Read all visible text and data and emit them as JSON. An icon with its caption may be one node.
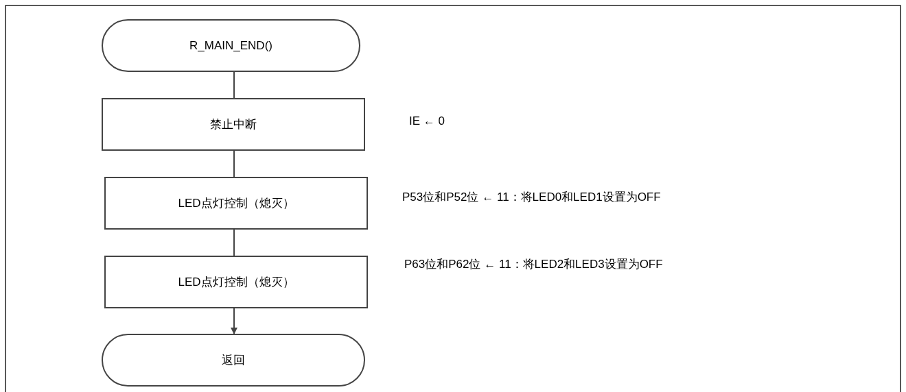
{
  "diagram": {
    "nodes": [
      {
        "text": [
          "R_MAIN_END()"
        ]
      },
      {
        "text": [
          "禁止中断"
        ],
        "beside": [
          "IE ← 0"
        ]
      },
      {
        "text": [
          "LED点灯控制（熄灭）"
        ],
        "beside": [
          "P53位和P52位 ← 11：将LED0和LED1设置为OFF"
        ]
      },
      {
        "text": [
          "LED点灯控制（熄灭）"
        ],
        "beside": [
          "P63位和P62位 ← 11：将LED2和LED3设置为OFF"
        ]
      },
      {
        "text": [
          "返回"
        ]
      }
    ],
    "edges": [
      {
        "from": 0,
        "to": 1,
        "arrow": "none"
      },
      {
        "from": 1,
        "to": 2,
        "arrow": "none"
      },
      {
        "from": 2,
        "to": 3,
        "arrow": "none"
      },
      {
        "from": 3,
        "to": 4,
        "arrow": "to"
      }
    ]
  }
}
